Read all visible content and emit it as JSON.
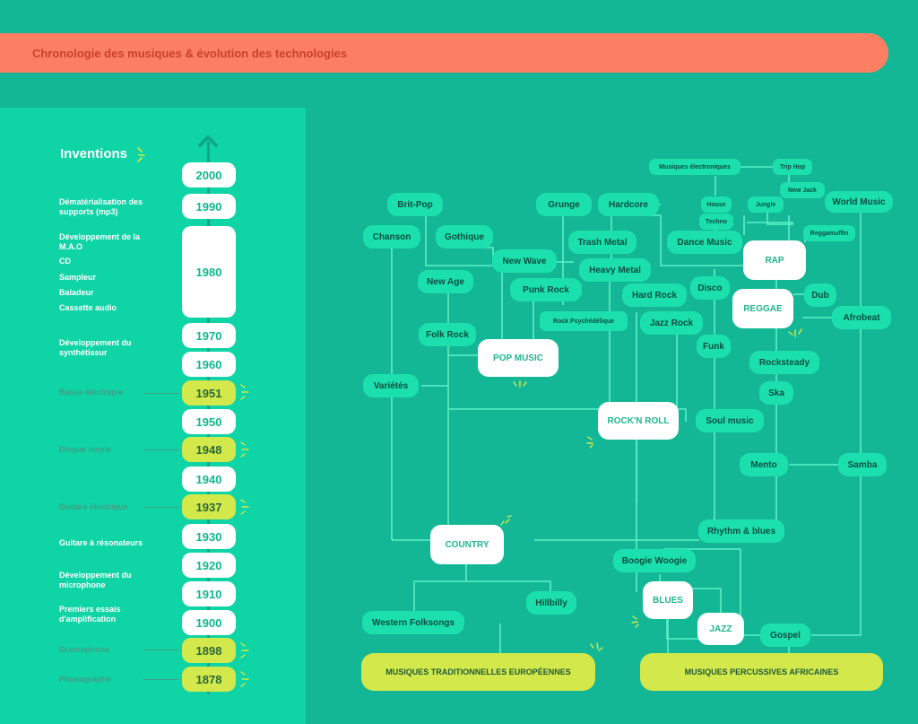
{
  "title": "Chronologie des musiques & évolution des technologies",
  "inventions_title": "Inventions",
  "years": [
    "2000",
    "1990",
    "1980",
    "1970",
    "1960",
    "1951",
    "1950",
    "1948",
    "1940",
    "1937",
    "1930",
    "1920",
    "1910",
    "1900",
    "1898",
    "1878"
  ],
  "inventions": {
    "mp3": "Dématérialisation des supports (mp3)",
    "mao": "Développement de la M.A.O",
    "cd": "CD",
    "sampleur": "Sampleur",
    "baladeur": "Baladeur",
    "cassette": "Cassette audio",
    "synth": "Développement du synthétiseur",
    "basse": "Basse électrique",
    "vinyle": "Disque vinyle",
    "guitare": "Guitare électrique",
    "resonateur": "Guitare à résonateurs",
    "micro": "Développement du microphone",
    "ampli": "Premiers essais d'amplification",
    "gramo": "Gramophone",
    "phono": "Phonographe"
  },
  "genres": {
    "musiques_electroniques": "Musiques électroniques",
    "trip_hop": "Trip Hop",
    "new_jack": "New Jack",
    "house": "House",
    "jungle": "Jungle",
    "world_music": "World Music",
    "techno": "Techno",
    "reggamuffin": "Reggamuffin",
    "brit_pop": "Brit-Pop",
    "grunge": "Grunge",
    "hardcore": "Hardcore",
    "chanson": "Chanson",
    "gothique": "Gothique",
    "trash_metal": "Trash Metal",
    "dance_music": "Dance Music",
    "new_wave": "New Wave",
    "heavy_metal": "Heavy Metal",
    "rap": "RAP",
    "new_age": "New Age",
    "punk_rock": "Punk Rock",
    "hard_rock": "Hard Rock",
    "disco": "Disco",
    "dub": "Dub",
    "reggae": "REGGAE",
    "rock_psy": "Rock Psychédélique",
    "jazz_rock": "Jazz Rock",
    "afrobeat": "Afrobeat",
    "folk_rock": "Folk Rock",
    "pop_music": "POP MUSIC",
    "funk": "Funk",
    "rocksteady": "Rocksteady",
    "varietes": "Variétés",
    "ska": "Ska",
    "rock_n_roll": "ROCK'N ROLL",
    "soul_music": "Soul music",
    "mento": "Mento",
    "samba": "Samba",
    "country": "COUNTRY",
    "rhythm_blues": "Rhythm & blues",
    "boogie_woogie": "Boogie Woogie",
    "blues": "BLUES",
    "hillbilly": "Hillbilly",
    "western_folksongs": "Western Folksongs",
    "jazz": "JAZZ",
    "gospel": "Gospel",
    "trad_euro": "MUSIQUES TRADITIONNELLES EUROPÉENNES",
    "percu_afr": "MUSIQUES PERCUSSIVES AFRICAINES"
  },
  "colors": {
    "background": "#14b795",
    "left_panel": "#0fd4a5",
    "banner": "#fc7f63",
    "node": "#1be0ad",
    "highlight": "#d3e84a",
    "line": "#5cf0c6"
  }
}
